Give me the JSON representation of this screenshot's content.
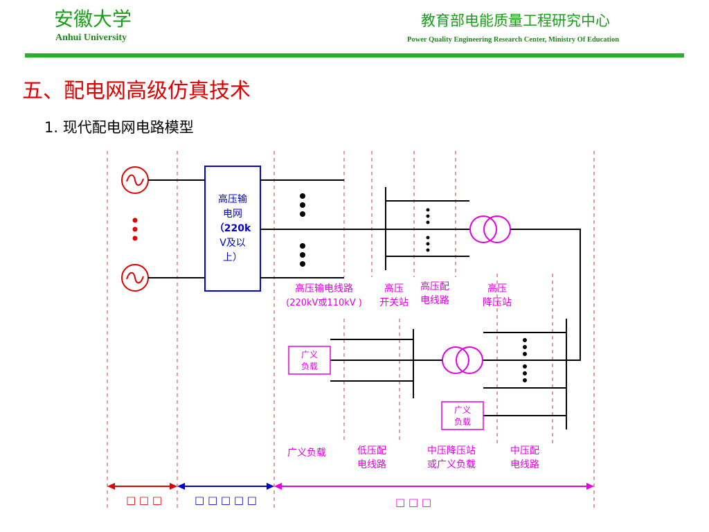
{
  "header": {
    "university_cn": "安徽大学",
    "university_en": "Anhui University",
    "center_cn": "教育部电能质量工程研究中心",
    "center_en": "Power Quality Engineering Research Center, Ministry Of Education"
  },
  "slide": {
    "title": "五、配电网高级仿真技术",
    "subtitle": "1. 现代配电网电路模型"
  },
  "diagram": {
    "grid_box": [
      "高压输",
      "电网",
      "（220k",
      "V及以",
      "上）"
    ],
    "labels": {
      "hv_line": [
        "高压输电线路",
        "(220kV或110kV )"
      ],
      "hv_switch": [
        "高压",
        "开关站"
      ],
      "hv_dist": [
        "高压配",
        "电线路"
      ],
      "hv_step": [
        "高压",
        "降压站"
      ],
      "load_box_1": [
        "广义",
        "负载"
      ],
      "load_box_2": [
        "广义",
        "负载"
      ],
      "generalized_load": [
        "广义负载"
      ],
      "lv_dist": [
        "低压配",
        "电线路"
      ],
      "mv_station": [
        "中压降压站",
        "或广义负载"
      ],
      "mv_dist": [
        "中压配",
        "电线路"
      ]
    },
    "bottom_labels": {
      "red": "□ □ □",
      "blue": "□ □ □ □ □",
      "magenta": "□ □ □"
    },
    "colors": {
      "red": "#e00000",
      "blue": "#0000cc",
      "magenta": "#e000e0",
      "green": "#1a9e1a"
    }
  }
}
